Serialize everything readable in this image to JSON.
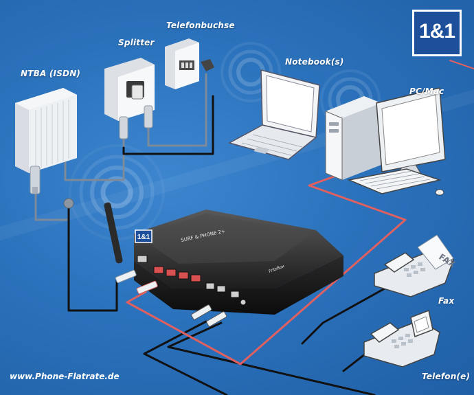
{
  "brand": {
    "logo_text": "1&1",
    "router_badge": "1&1",
    "router_text": "SURF & PHONE 2+",
    "router_model": "FritzBox"
  },
  "labels": {
    "telefonbuchse": "Telefonbuchse",
    "splitter": "Splitter",
    "ntba": "NTBA (ISDN)",
    "notebook": "Notebook(s)",
    "pc_mac": "PC/Mac",
    "fax": "Fax",
    "telefon": "Telefon(e)",
    "fax_paper": "FAX"
  },
  "footer": {
    "website": "www.Phone-Flatrate.de"
  },
  "colors": {
    "background": "#2b72bc",
    "lan_cable": "#e06060",
    "phone_cable": "#111111",
    "dsl_cable": "#7d8a9a"
  }
}
